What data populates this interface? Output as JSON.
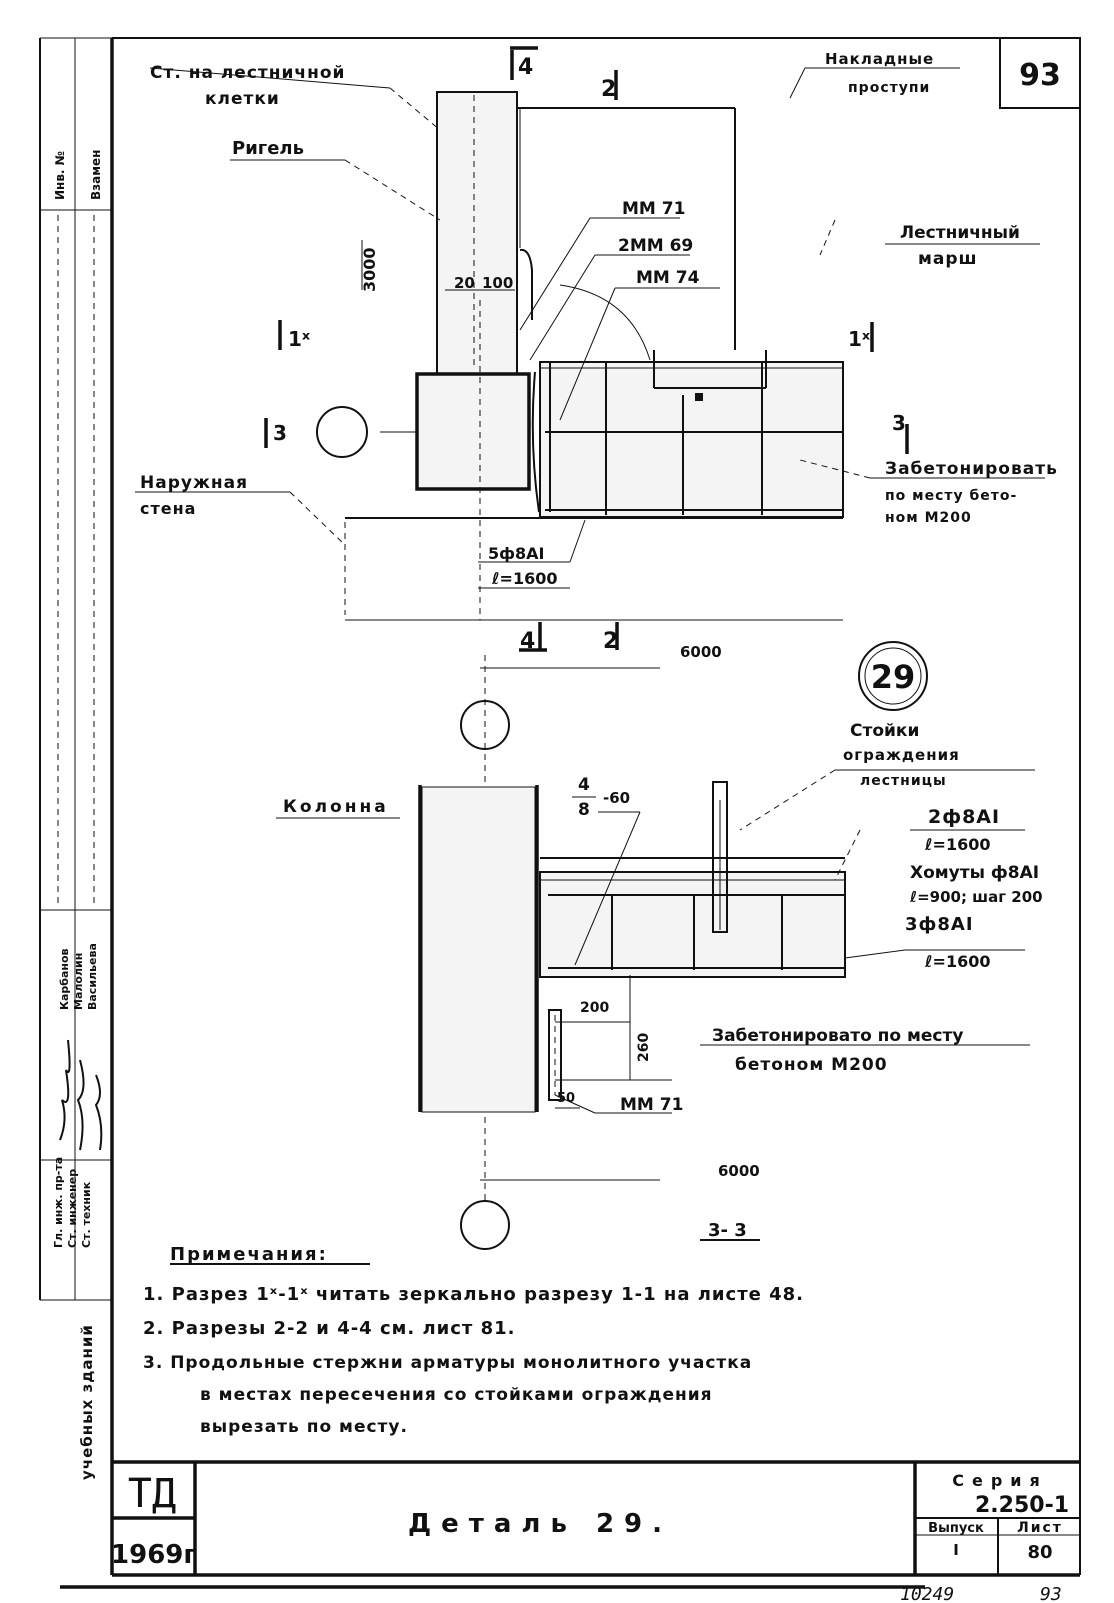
{
  "sheet": {
    "sheet_number": "93",
    "stamp_code": "ТД",
    "stamp_year": "1969г",
    "title": "Деталь 29.",
    "series_label": "Серия",
    "series_value": "2.250-1",
    "issue_label": "Выпуск",
    "issue_value": "I",
    "sheet_label": "Лист",
    "sheet_value": "80",
    "archive_number": "10249",
    "archive_sheet": "93",
    "left_margin_text": "учебных зданий",
    "margin_inv": "Инв. №",
    "margin_replace": "Взамен",
    "staff_roles": [
      "Гл. инж. пр-та",
      "Ст. инженер",
      "Ст. техник"
    ],
    "staff_names": [
      "Карбанов",
      "Малолин",
      "Васильева"
    ]
  },
  "top_detail": {
    "wall_label_line1": "Ст. на лестничной",
    "wall_label_line2": "клетки",
    "riegel_label": "Ригель",
    "treads_label_line1": "Накладные",
    "treads_label_line2": "проступи",
    "stair_label_line1": "Лестничный",
    "stair_label_line2": "марш",
    "outer_wall_line1": "Наружная",
    "outer_wall_line2": "стена",
    "mm71": "ММ 71",
    "mm69": "2ММ 69",
    "mm74": "ММ 74",
    "dim_3000": "3000",
    "dim_20": "20",
    "dim_100": "100",
    "concrete_line1": "Забетонировать",
    "concrete_line2": "по месту бето-",
    "concrete_line3": "ном М200",
    "rebar_line1": "5ф8АI",
    "rebar_line2": "ℓ=1600",
    "cut_4": "4",
    "cut_2": "2",
    "cut_1x": "1ˣ",
    "cut_3": "3",
    "span_6000": "6000"
  },
  "bottom_detail": {
    "detail_number": "29",
    "column_label": "Колонна",
    "posts_line1": "Стойки",
    "posts_line2": "ограждения",
    "posts_line3": "лестницы",
    "weld_num": "4",
    "weld_den": "8",
    "weld_len": "-60",
    "rebar2_line1": "2ф8АI",
    "rebar2_line2": "ℓ=1600",
    "stirrups_line1": "Хомуты ф8АI",
    "stirrups_line2": "ℓ=900; шаг 200",
    "rebar3_line1": "3ф8АI",
    "rebar3_line2": "ℓ=1600",
    "dim_200": "200",
    "dim_260": "260",
    "dim_50": "50",
    "mm71": "ММ 71",
    "concrete_line1": "Забетонировато по месту",
    "concrete_line2": "бетоном М200",
    "span_6000": "6000",
    "section_label": "3- 3"
  },
  "notes": {
    "heading": "Примечания:",
    "items": [
      "1. Разрез 1ˣ-1ˣ читать зеркально разрезу 1-1 на листе 48.",
      "2. Разрезы 2-2 и 4-4 см. лист 81.",
      "3. Продольные стержни арматуры монолитного участка",
      "в местах пересечения со стойками ограждения",
      "вырезать по месту."
    ]
  }
}
